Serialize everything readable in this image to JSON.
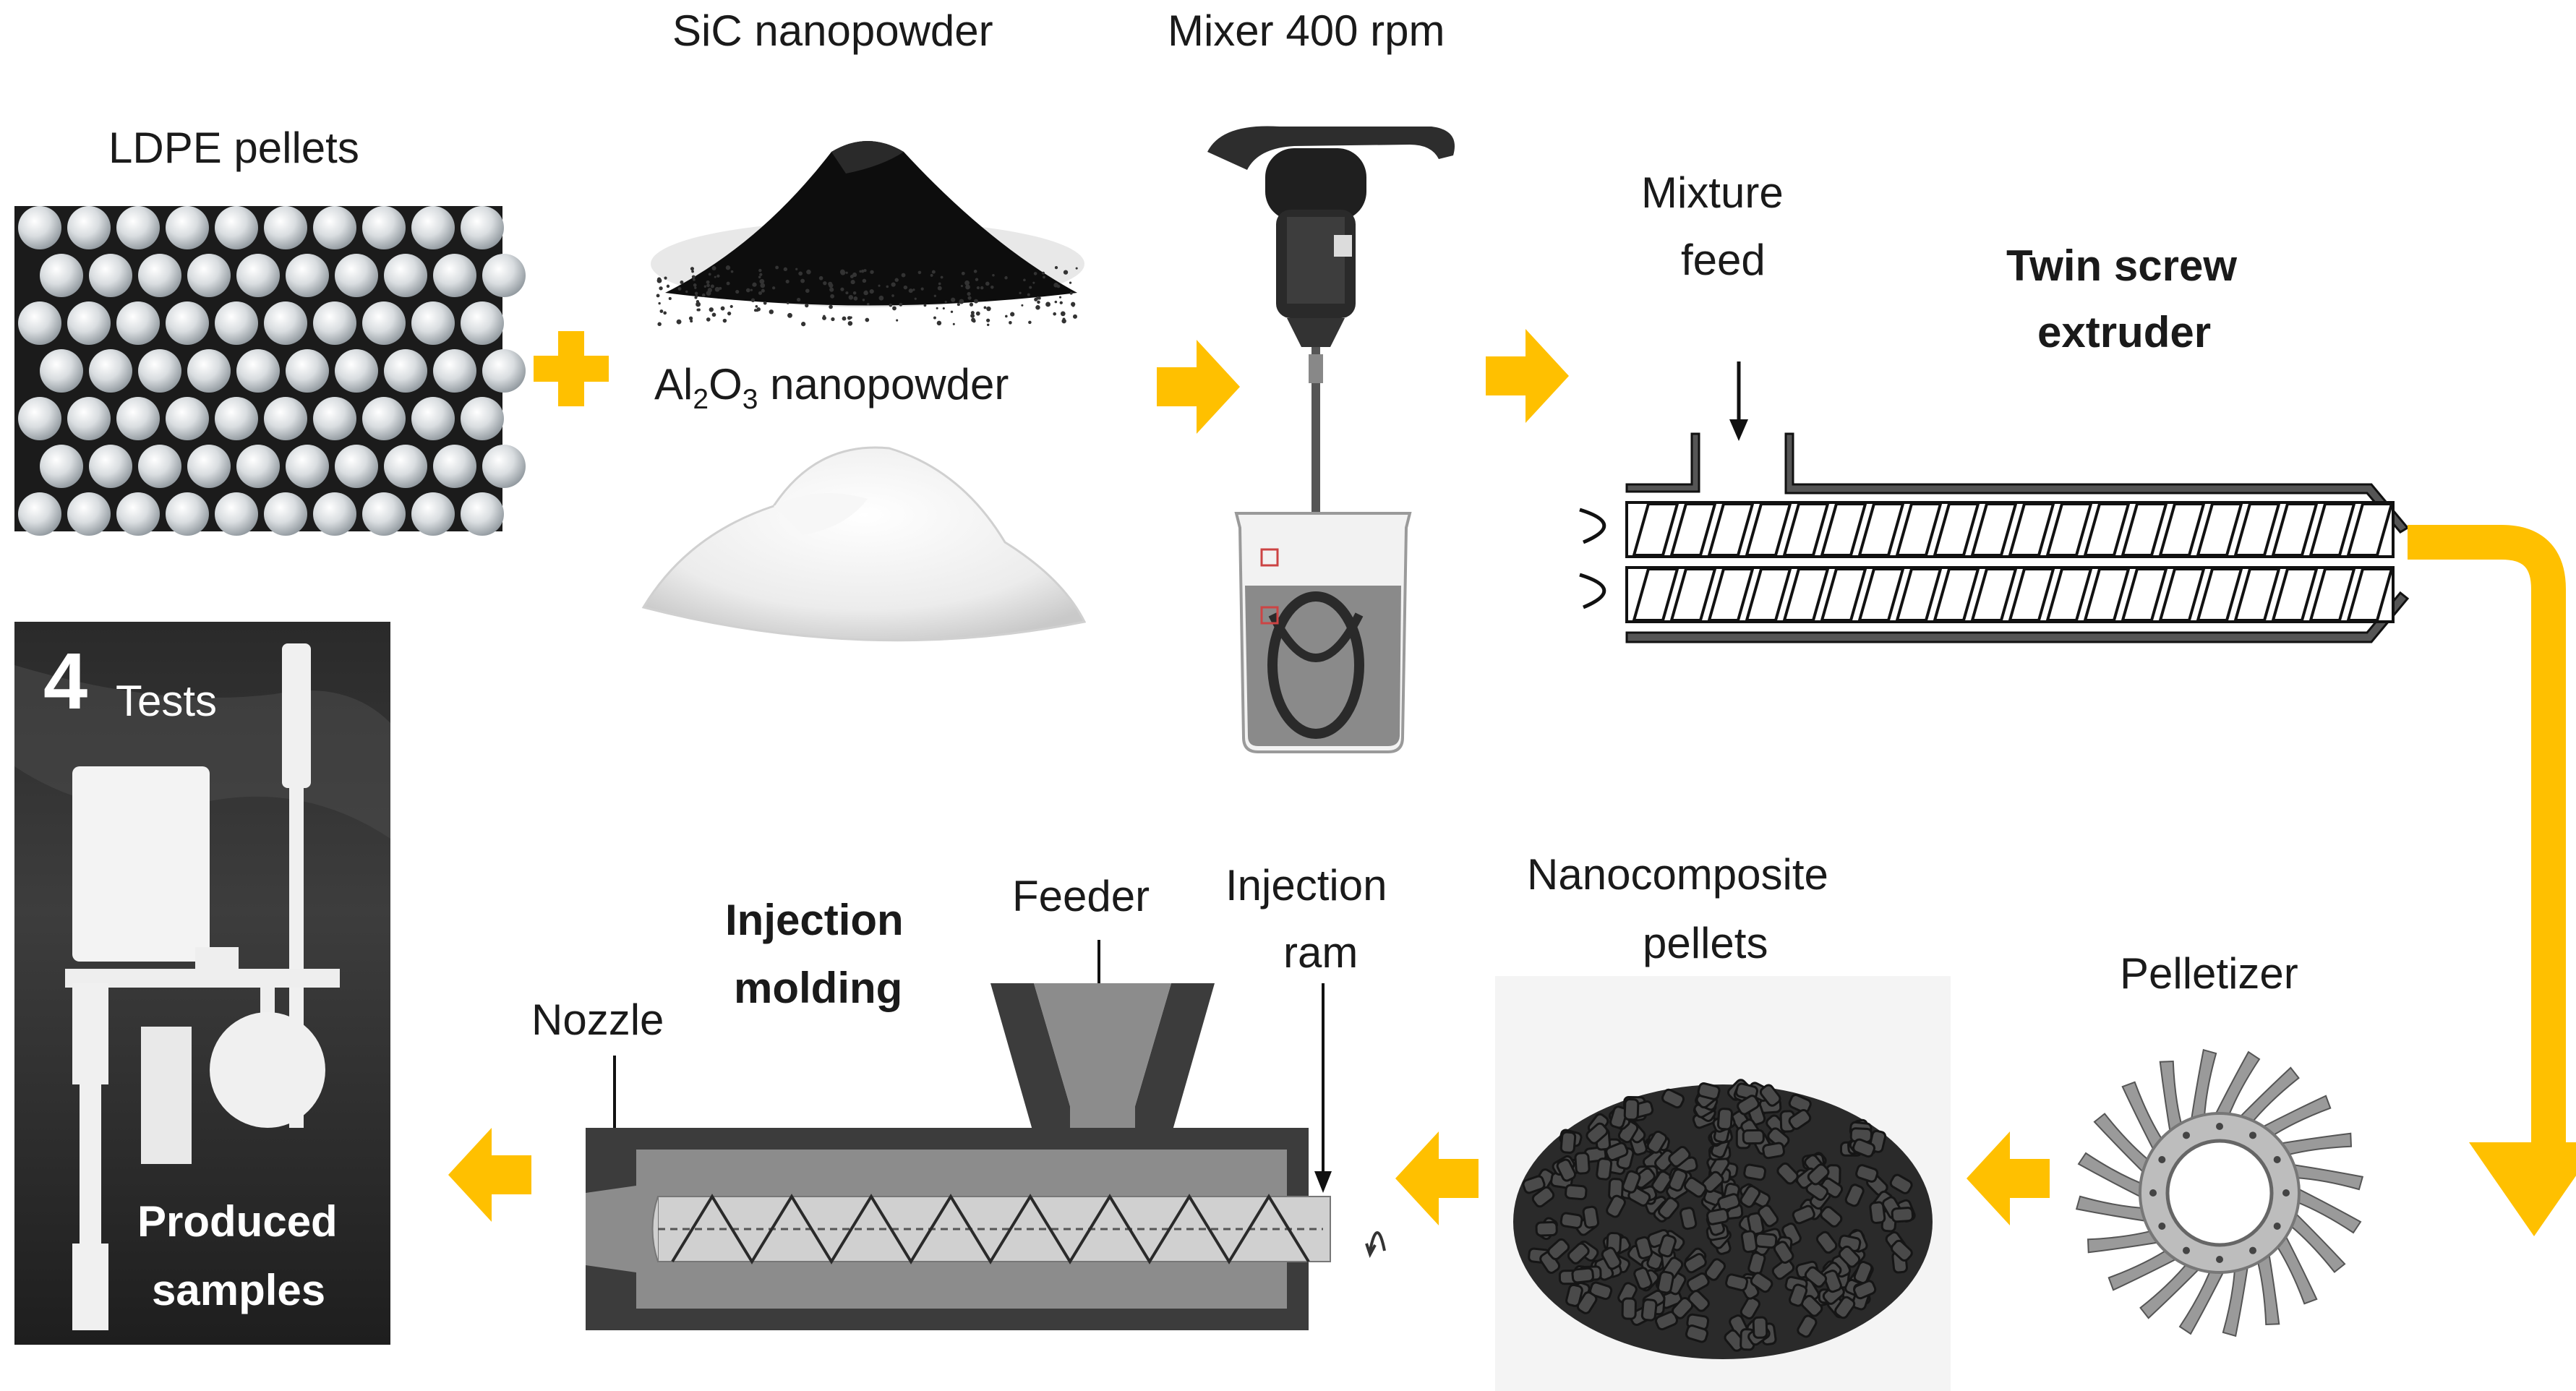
{
  "labels": {
    "ldpe": "LDPE pellets",
    "sic": "SiC nanopowder",
    "al2o3_pre": "Al",
    "al2o3_sub1": "2",
    "al2o3_mid": "O",
    "al2o3_sub2": "3",
    "al2o3_post": " nanopowder",
    "mixer": "Mixer 400 rpm",
    "mixture_feed_1": "Mixture",
    "mixture_feed_2": "feed",
    "extruder_1": "Twin screw",
    "extruder_2": "extruder",
    "pelletizer": "Pelletizer",
    "nano_pellets_1": "Nanocomposite",
    "nano_pellets_2": "pellets",
    "injection_ram_1": "Injection",
    "injection_ram_2": "ram",
    "feeder": "Feeder",
    "injection_molding_1": "Injection",
    "injection_molding_2": "molding",
    "nozzle": "Nozzle",
    "tests_num": "4",
    "tests": "Tests",
    "produced_1": "Produced",
    "produced_2": "samples"
  },
  "colors": {
    "arrow": "#ffc000",
    "machine_dark": "#3a3a3a",
    "machine_mid": "#8a8a8a",
    "machine_light": "#c8c8c8",
    "photo_dark": "#222222"
  },
  "icons": {
    "plus": "plus-icon",
    "flow_arrow": "flow-arrow-icon"
  }
}
